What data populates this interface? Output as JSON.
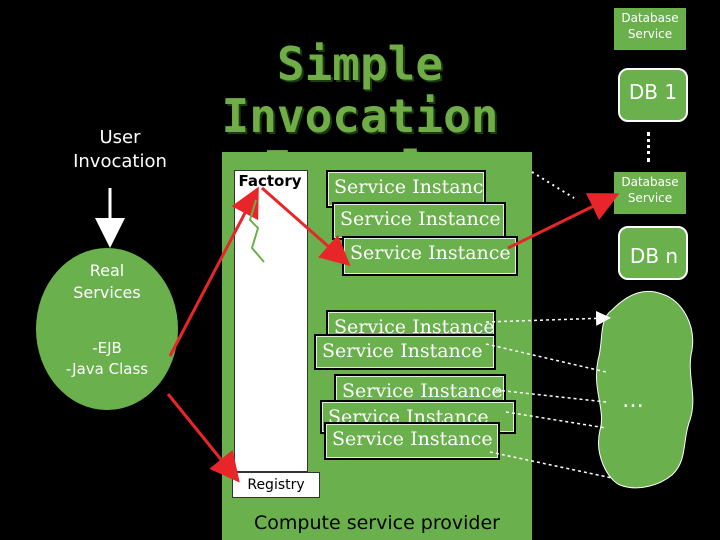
{
  "title": {
    "line1": "Simple Invocation",
    "line2": "Example"
  },
  "user_invocation": {
    "line1": "User",
    "line2": "Invocation"
  },
  "real_services": {
    "line1": "Real",
    "line2": "Services",
    "ejb": "-EJB",
    "java": "-Java Class"
  },
  "factory_label": "Factory",
  "registry_label": "Registry",
  "provider_label": "Compute service provider",
  "instances": [
    "Service Instance",
    "Service Instance",
    "Service Instance",
    "Service Instance",
    "Service Instance",
    "Service Instance",
    "Service Instance",
    "Service Instance"
  ],
  "databases": [
    {
      "header": "Database Service",
      "name": "DB 1"
    },
    {
      "header": "Database Service",
      "name": "DB n"
    }
  ],
  "ellipsis_resources": "…",
  "colors": {
    "background": "#000000",
    "accent_green": "#6ab04c",
    "arrow_red": "#e8262a"
  }
}
